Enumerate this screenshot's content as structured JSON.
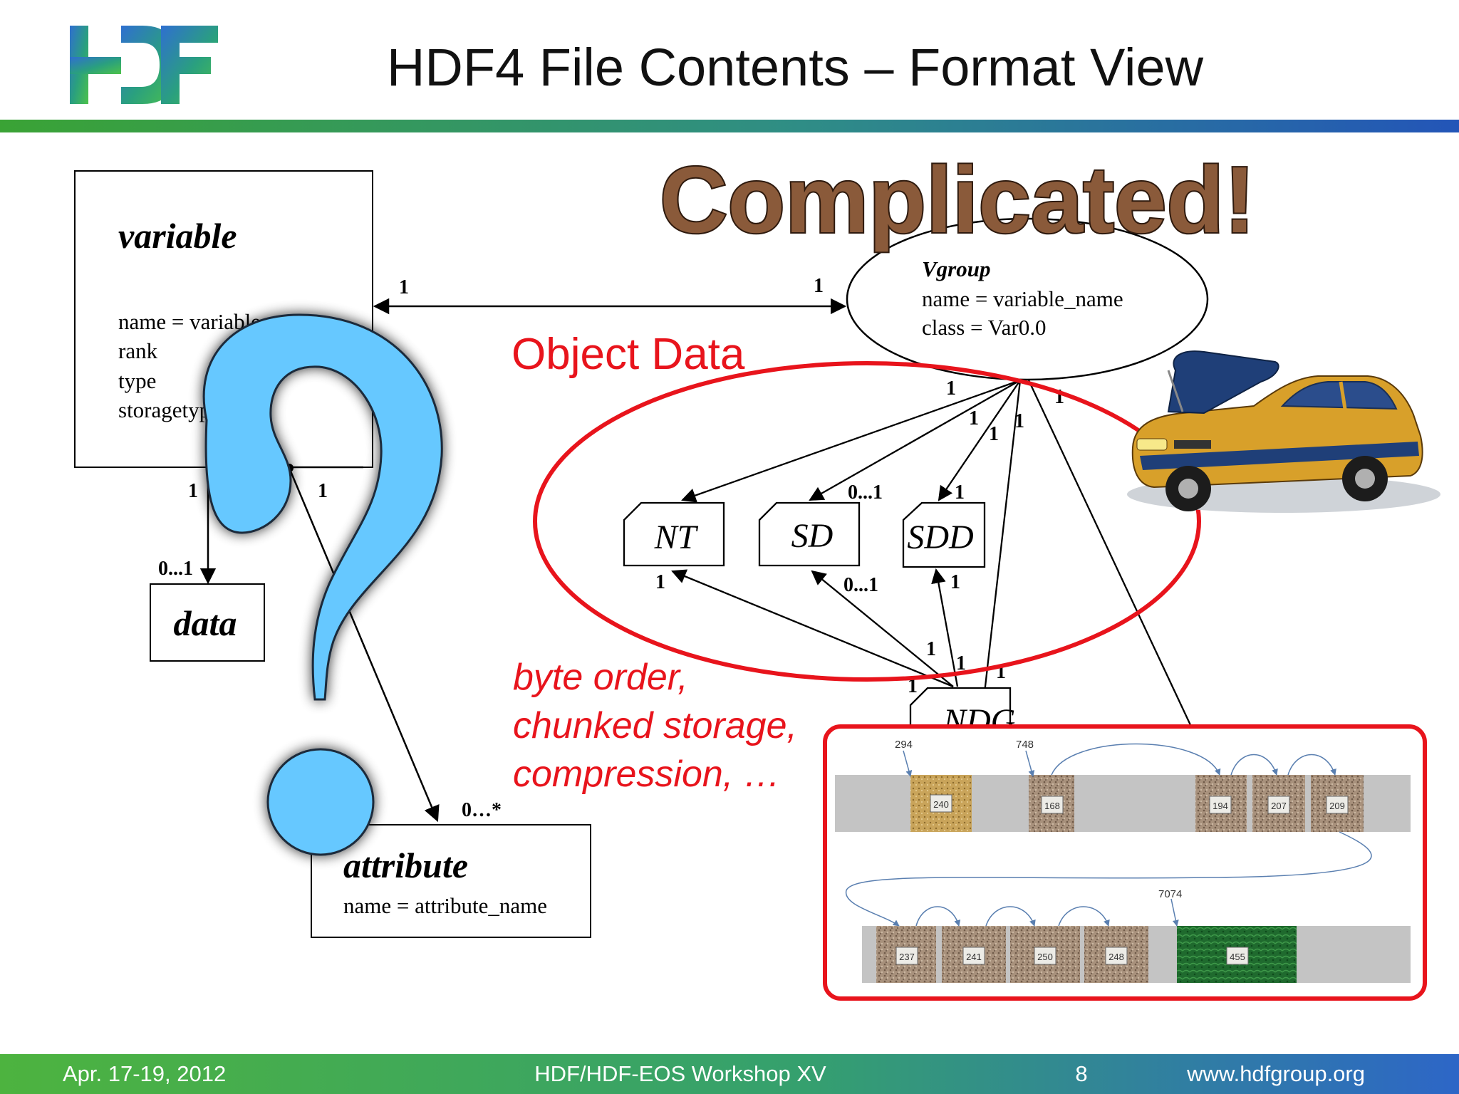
{
  "header": {
    "logo_text": "HDF",
    "title": "HDF4 File Contents – Format View"
  },
  "overlay": {
    "complicated": "Complicated!",
    "object_data": "Object Data",
    "format_notes": [
      "byte order,",
      "chunked storage,",
      "compression, …"
    ]
  },
  "left_model": {
    "variable": {
      "title": "variable",
      "fields": [
        "name = variable_name",
        "rank",
        "type",
        "storagetype"
      ]
    },
    "data": {
      "title": "data"
    },
    "attribute": {
      "title": "attribute",
      "fields": [
        "name = attribute_name"
      ]
    },
    "labels": {
      "var_vgroup_left": "1",
      "var_vgroup_right": "1",
      "var_data_top": "1",
      "var_data_bottom": "0...1",
      "var_attr_top": "1",
      "var_attr_bottom": "0…*"
    }
  },
  "right_model": {
    "vgroup": {
      "title": "Vgroup",
      "fields": [
        "name = variable_name",
        "class = Var0.0"
      ]
    },
    "nodes": {
      "nt": "NT",
      "sd": "SD",
      "sdd": "SDD",
      "ndg": "NDG"
    },
    "labels": {
      "vg_nt": "1",
      "vg_sd": "1",
      "vg_sdd_a": "1",
      "vg_sdd_b": "1",
      "vg_ndg": "1",
      "sd_top": "0...1",
      "sdd_top": "1",
      "nt_bottom": "1",
      "sd_bottom": "0...1",
      "sdd_bottom": "1",
      "ndg_1": "1",
      "ndg_2": "1",
      "ndg_3": "1",
      "ndg_4": "1"
    }
  },
  "storage_figure": {
    "row1_offsets": [
      "294",
      "748"
    ],
    "row1_blocks": [
      "240",
      "168",
      "194",
      "207",
      "209"
    ],
    "row2_offset": "7074",
    "row2_blocks": [
      "237",
      "241",
      "250",
      "248",
      "455"
    ]
  },
  "icons": {
    "question_mark": "question-mark-icon",
    "car": "car-hood-open-icon",
    "logo": "hdf-logo"
  },
  "colors": {
    "red": "#e8141c",
    "blue": "#66c8ff",
    "brown": "#8a5a3a",
    "green": "#3aa335",
    "navy": "#1f4fa0"
  },
  "footer": {
    "date": "Apr. 17-19, 2012",
    "event": "HDF/HDF-EOS Workshop XV",
    "page": "8",
    "url": "www.hdfgroup.org"
  }
}
